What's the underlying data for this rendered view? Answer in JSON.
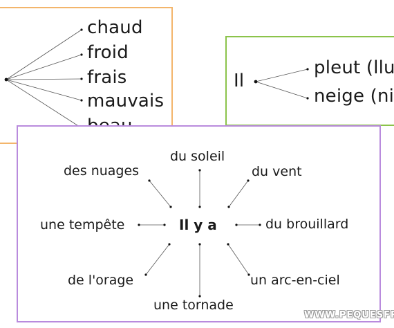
{
  "card_orange": {
    "items": [
      "chaud",
      "froid",
      "frais",
      "mauvais",
      "beau"
    ]
  },
  "card_green": {
    "subject": "Il",
    "items": [
      "pleut (llu",
      "neige (ni"
    ]
  },
  "card_purple": {
    "hub": "Il y a",
    "items": [
      "du soleil",
      "des nuages",
      "du vent",
      "une tempête",
      "du brouillard",
      "de l'orage",
      "un arc-en-ciel",
      "une tornade"
    ]
  },
  "watermark": "WWW.PEQUESFR",
  "colors": {
    "orange_border": "#f3b56b",
    "green_border": "#8bc34a",
    "purple_border": "#b98bdd",
    "text": "#1a1a1a",
    "lines": "#555555"
  }
}
